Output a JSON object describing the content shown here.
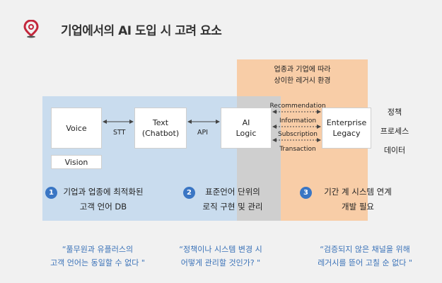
{
  "header": {
    "title": "기업에서의 AI 도입 시 고려 요소",
    "icon": "map-pin-icon",
    "accent_color": "#c3263b"
  },
  "zones": {
    "blue_color": "#c9dcee",
    "gray_color": "#cfcfcf",
    "orange_color": "#f8cda7",
    "legacy_note": [
      "업종과 기업에 따라",
      "상이한 레거시 환경"
    ]
  },
  "boxes": {
    "voice": "Voice",
    "vision": "Vision",
    "text": [
      "Text",
      "(Chatbot)"
    ],
    "ai": [
      "AI",
      "Logic"
    ],
    "enterprise": [
      "Enterprise",
      "Legacy"
    ]
  },
  "connections": {
    "stt": "STT",
    "api": "API",
    "protocols": [
      "Recommendation",
      "Information",
      "Subscription",
      "Transaction"
    ]
  },
  "side_labels": [
    "정책",
    "프로세스",
    "데이터"
  ],
  "points": [
    {
      "num": "1",
      "lines": [
        "기업과 업종에 최적화된",
        "고객 언어 DB"
      ]
    },
    {
      "num": "2",
      "lines": [
        "표준언어 단위의",
        "로직 구현 및 관리"
      ]
    },
    {
      "num": "3",
      "lines": [
        "기간 계 시스템 연계",
        "개발 필요"
      ]
    }
  ],
  "point_color": "#3a76c4",
  "quotes": [
    [
      "“풀무원과 유플러스의",
      "고객 언어는 동일할 수 없다 \""
    ],
    [
      "“정책이나 시스템 변경 시",
      "어떻게 관리할 것인가? \""
    ],
    [
      "“검증되지 않은 채널을 위해",
      "레거시를 뜯어 고칠 순 없다 \""
    ]
  ],
  "quote_color": "#3a72b8"
}
